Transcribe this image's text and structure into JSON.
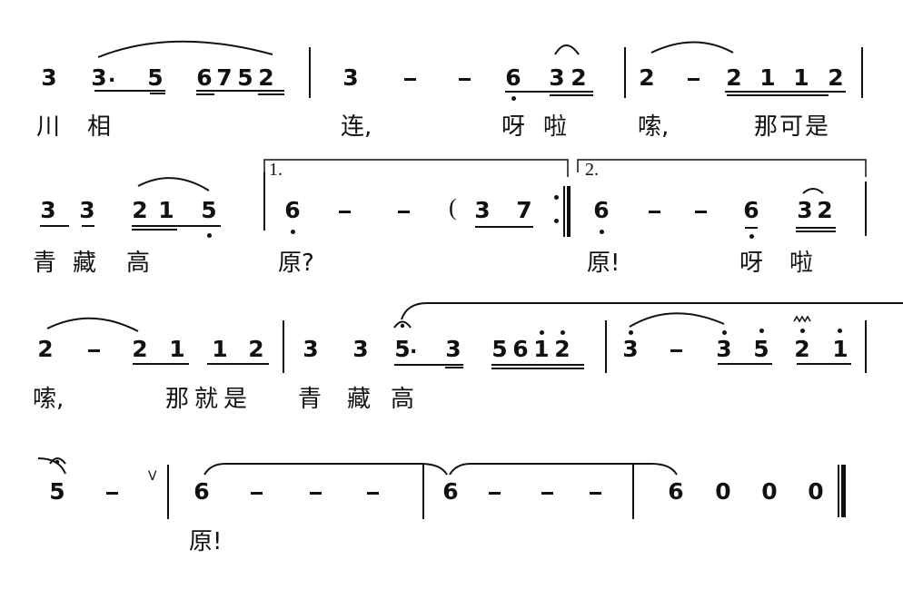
{
  "score": {
    "type": "jianpu",
    "rows": [
      {
        "measures": [
          {
            "notes": [
              "3",
              "3.",
              "5",
              "6",
              "7",
              "5",
              "2"
            ]
          },
          {
            "notes": [
              "3",
              "-",
              "-",
              "6",
              "3",
              "2"
            ]
          },
          {
            "notes": [
              "2",
              "-",
              "2",
              "1",
              "1",
              "2"
            ]
          }
        ],
        "lyrics": [
          "川",
          "相",
          "连,",
          "呀",
          "啦",
          "嗦,",
          "那可是"
        ]
      },
      {
        "measures": [
          {
            "notes": [
              "3",
              "3",
              "2",
              "1",
              "5"
            ]
          },
          {
            "volta": "1.",
            "notes": [
              "6",
              "-",
              "-",
              "(",
              "3",
              "7"
            ],
            "end": "repeat"
          },
          {
            "volta": "2.",
            "notes": [
              "6",
              "-",
              "-",
              "6",
              "3",
              "2"
            ]
          }
        ],
        "lyrics": [
          "青",
          "藏",
          "高",
          "原?",
          "原!",
          "呀",
          "啦"
        ]
      },
      {
        "measures": [
          {
            "notes": [
              "2",
              "-",
              "2",
              "1",
              "1",
              "2"
            ]
          },
          {
            "notes": [
              "3",
              "3",
              "5.",
              "3",
              "5",
              "6",
              "1",
              "2"
            ]
          },
          {
            "notes": [
              "3",
              "-",
              "3",
              "5",
              "2",
              "1"
            ]
          }
        ],
        "lyrics": [
          "嗦,",
          "那就是",
          "青",
          "藏",
          "高"
        ]
      },
      {
        "measures": [
          {
            "notes": [
              "5",
              "-",
              "V"
            ]
          },
          {
            "notes": [
              "6",
              "-",
              "-",
              "-"
            ]
          },
          {
            "notes": [
              "6",
              "-",
              "-",
              "-"
            ]
          },
          {
            "notes": [
              "6",
              "0",
              "0",
              "0"
            ],
            "end": "final"
          }
        ],
        "lyrics": [
          "原!"
        ]
      }
    ]
  },
  "text": {
    "r1": {
      "n1": "3",
      "n2": "3",
      "aug2": ".",
      "n3": "5",
      "n4": "6",
      "n5": "7",
      "n6": "5",
      "n7": "2",
      "m2n1": "3",
      "m2n4": "6",
      "m2n5": "3",
      "m2n6": "2",
      "m3n1": "2",
      "m3n3": "2",
      "m3n4": "1",
      "m3n5": "1",
      "m3n6": "2",
      "l1": "川",
      "l2": "相",
      "l3": "连,",
      "l4": "呀",
      "l5": "啦",
      "l6": "嗦,",
      "l7": "那可是"
    },
    "r2": {
      "n1": "3",
      "n2": "3",
      "n3": "2",
      "n4": "1",
      "n5": "5",
      "v1": "1.",
      "m2n1": "6",
      "paren": "(",
      "m2n5": "3",
      "m2n6": "7",
      "v2": "2.",
      "m3n1": "6",
      "m3n4": "6",
      "m3n5": "3",
      "m3n6": "2",
      "l1": "青",
      "l2": "藏",
      "l3": "高",
      "l4": "原?",
      "l5": "原!",
      "l6": "呀",
      "l7": "啦"
    },
    "r3": {
      "n1": "2",
      "n3": "2",
      "n4": "1",
      "n5": "1",
      "n6": "2",
      "m2n1": "3",
      "m2n2": "3",
      "m2n3": "5",
      "aug3": ".",
      "m2n4": "3",
      "m2n5": "5",
      "m2n6": "6",
      "m2n7": "1",
      "m2n8": "2",
      "m3n1": "3",
      "m3n3": "3",
      "m3n4": "5",
      "m3n5": "2",
      "m3n6": "1",
      "l1": "嗦,",
      "l2": "那就是",
      "l3": "青",
      "l4": "藏",
      "l5": "高"
    },
    "r4": {
      "n1": "5",
      "breath": "V",
      "m2n1": "6",
      "m3n1": "6",
      "m4n1": "6",
      "m4n2": "0",
      "m4n3": "0",
      "m4n4": "0",
      "l1": "原!"
    }
  }
}
